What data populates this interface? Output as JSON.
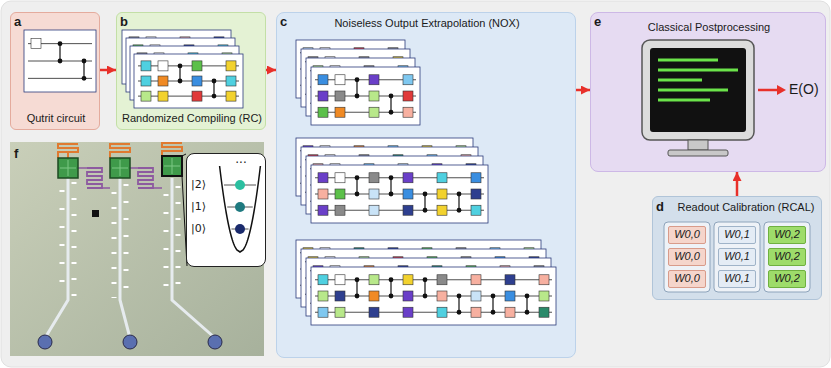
{
  "diagram": {
    "nodes": [
      {
        "text": [
          "Qutrit circuit"
        ]
      },
      {
        "text": [
          "Randomized Compiling (RC)"
        ]
      },
      {
        "text": [
          "Noiseless Output Extrapolation (NOX)"
        ]
      },
      {
        "text": [
          "Classical Postprocessing"
        ]
      },
      {
        "text": [
          "Readout Calibration (RCAL)"
        ]
      },
      {
        "text": [
          "W0,0"
        ],
        "in": 4
      },
      {
        "text": [
          "W0,1"
        ],
        "in": 4
      },
      {
        "text": [
          "W0,2"
        ],
        "in": 4
      },
      {
        "text": [
          "W0,0"
        ],
        "in": 4
      },
      {
        "text": [
          "W0,1"
        ],
        "in": 4
      },
      {
        "text": [
          "W0,2"
        ],
        "in": 4
      },
      {
        "text": [
          "W0,0"
        ],
        "in": 4
      },
      {
        "text": [
          "W0,1"
        ],
        "in": 4
      },
      {
        "text": [
          "W0,2"
        ],
        "in": 4
      },
      {
        "text": [
          "...",
          "|2⟩",
          "|1⟩",
          "|0⟩"
        ]
      }
    ],
    "edges": [
      {
        "from": 0,
        "to": 1,
        "arrow": "to"
      },
      {
        "from": 1,
        "to": 2,
        "arrow": "to"
      },
      {
        "from": 2,
        "to": 3,
        "arrow": "to"
      },
      {
        "from": 4,
        "to": 3,
        "arrow": "to"
      }
    ],
    "labels": [
      "a",
      "b",
      "c",
      "e",
      "E(O)",
      "d",
      "f"
    ]
  }
}
